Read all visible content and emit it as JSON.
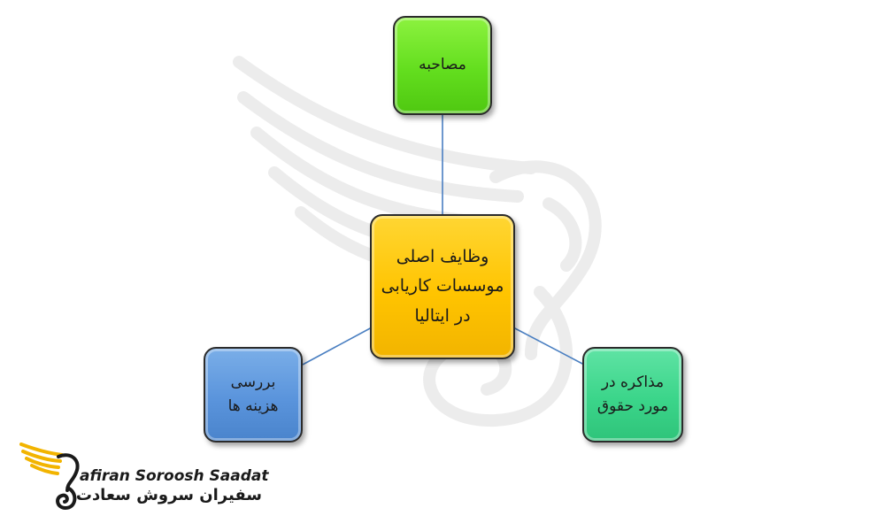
{
  "diagram": {
    "center": {
      "label": "وظایف اصلی\nموسسات کاریابی\nدر ایتالیا"
    },
    "nodes": [
      {
        "id": "top",
        "label": "مصاحبه"
      },
      {
        "id": "left",
        "label": "بررسی\nهزینه ها"
      },
      {
        "id": "right",
        "label": "مذاکره در\nمورد حقوق"
      }
    ]
  },
  "logo": {
    "english": "afiran Soroosh Saadat",
    "persian": "سفیران سروش سعادت"
  },
  "colors": {
    "center": "#ffc400",
    "top": "#63de1e",
    "left": "#5a94dc",
    "right": "#3bd58a",
    "connector": "#4a7fc1",
    "logo_gold": "#f2b400"
  }
}
